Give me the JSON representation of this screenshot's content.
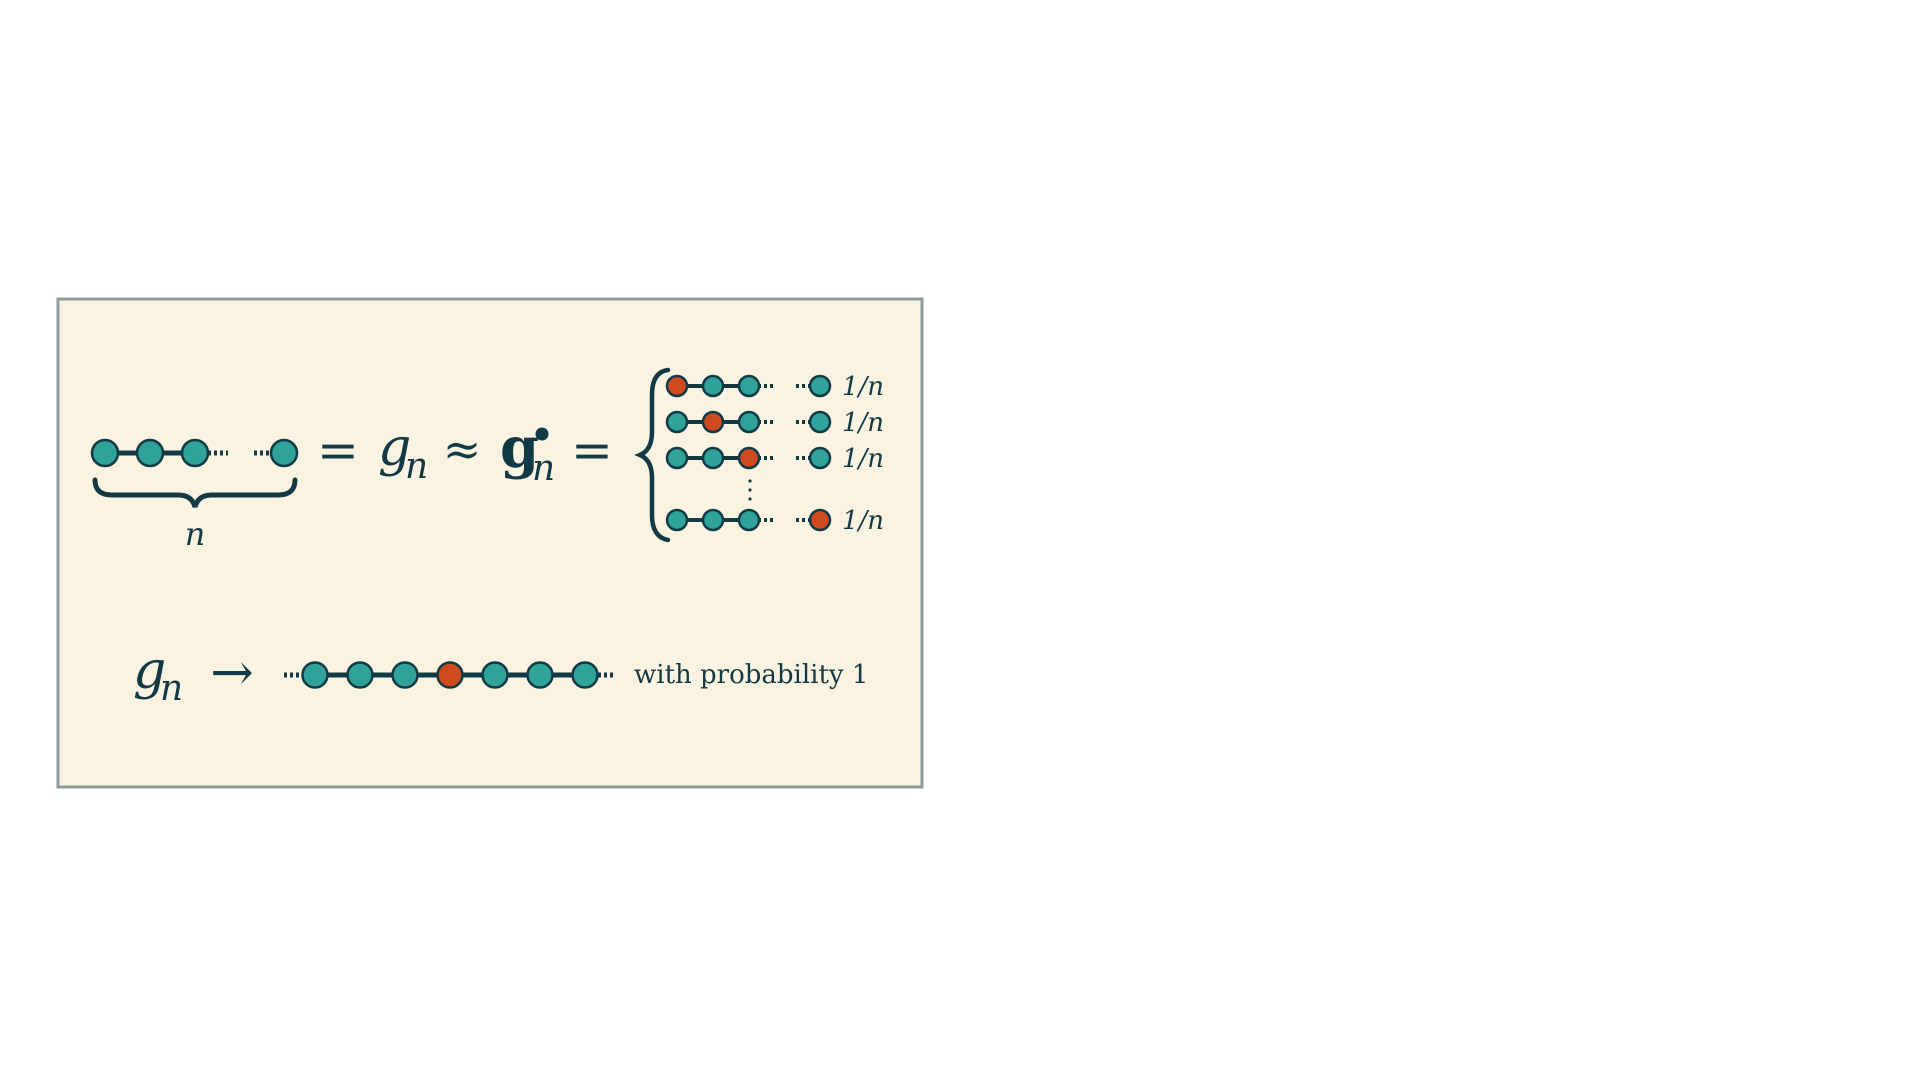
{
  "colors": {
    "panel_fill": "#fbf3e2",
    "panel_border": "#8e9c98",
    "node_teal": "#2fa39a",
    "node_red": "#cf4a1f",
    "stroke_dark": "#123a44"
  },
  "top": {
    "brace_label": "n",
    "eq1": "=",
    "g": "g",
    "sub_n": "n",
    "approx": "≈",
    "bold_g": "g",
    "bold_sub_n": "n",
    "eq2": "=",
    "cases": [
      {
        "red_index": 0,
        "prob": "1/n"
      },
      {
        "red_index": 1,
        "prob": "1/n"
      },
      {
        "red_index": 2,
        "prob": "1/n"
      },
      {
        "red_index": 3,
        "prob": "1/n"
      }
    ]
  },
  "bottom": {
    "g": "g",
    "sub_n": "n",
    "arrow": "→",
    "red_index": 3,
    "label": "with probability 1"
  }
}
